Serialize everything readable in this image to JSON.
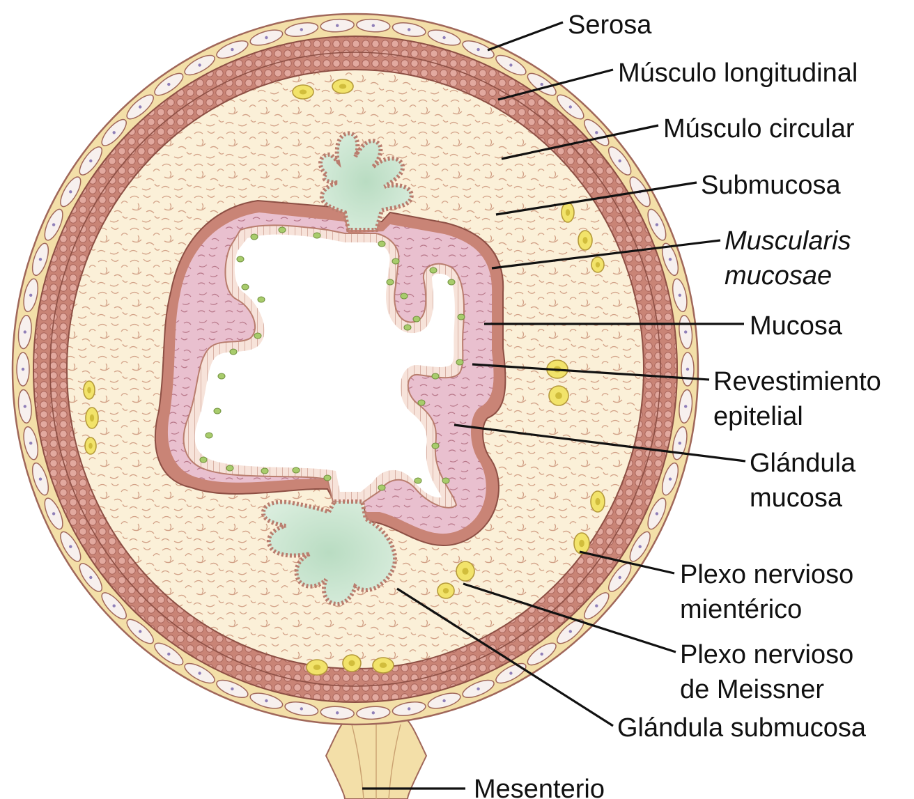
{
  "figure": {
    "colors": {
      "serosa": "#f3dfa8",
      "serosa_cell": "#f7f0ee",
      "muscle": "#c98476",
      "muscle_cell": "#e2a99f",
      "submucosa": "#fbf0d8",
      "fiber": "#d2a187",
      "muscularis_mucosae": "#c98476",
      "mucosa": "#e9c0cf",
      "epithelium": "#f7e3da",
      "epithelium_line": "#b97d6e",
      "gland": "#cfe6d4",
      "goblet": "#a8cc6c",
      "nerve": "#f2e36a",
      "nerve_line": "#b59a3a",
      "outline": "#a0675a",
      "leader": "#111111"
    },
    "labels": {
      "serosa": "Serosa",
      "longitudinal_muscle": "Músculo longitudinal",
      "circular_muscle": "Músculo circular",
      "submucosa": "Submucosa",
      "muscularis_mucosae_1": "Muscularis",
      "muscularis_mucosae_2": "mucosae",
      "mucosa": "Mucosa",
      "epithelial_lining_1": "Revestimiento",
      "epithelial_lining_2": "epitelial",
      "mucosal_gland_1": "Glándula",
      "mucosal_gland_2": "mucosa",
      "myenteric_plexus_1": "Plexo nervioso",
      "myenteric_plexus_2": "mientérico",
      "meissner_plexus_1": "Plexo nervioso",
      "meissner_plexus_2": "de Meissner",
      "submucosal_gland": "Glándula submucosa",
      "mesentery": "Mesenterio"
    }
  }
}
